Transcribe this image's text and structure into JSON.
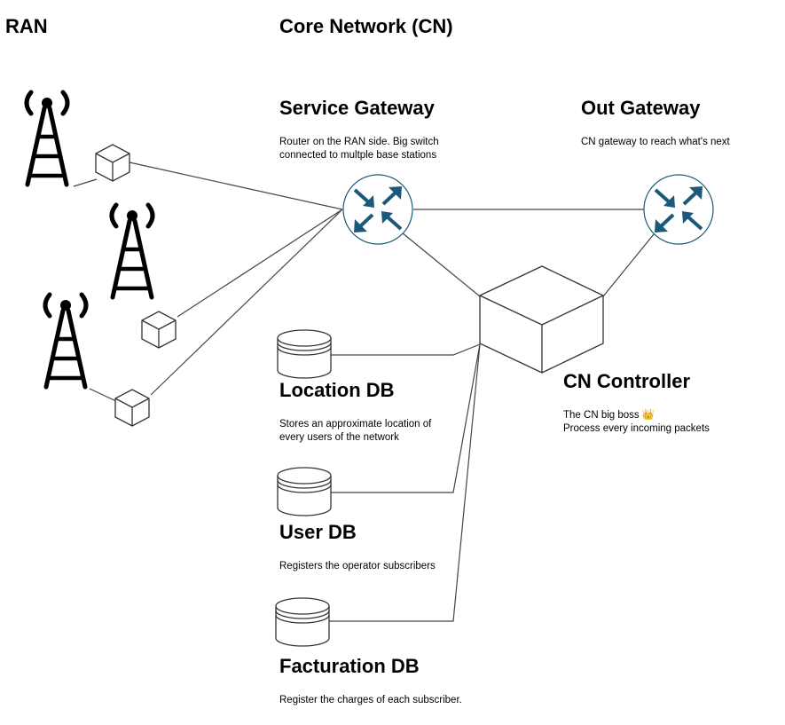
{
  "sections": {
    "ran": "RAN",
    "core": "Core Network (CN)"
  },
  "service_gateway": {
    "title": "Service Gateway",
    "desc": "Router on the RAN side. Big switch connected to multple base stations"
  },
  "out_gateway": {
    "title": "Out Gateway",
    "desc": "CN gateway to reach what's next"
  },
  "controller": {
    "title": "CN Controller",
    "desc_line1": "The CN big boss 👑",
    "desc_line2": "Process every incoming packets"
  },
  "location_db": {
    "title": "Location DB",
    "desc": "Stores an approximate location of every users of the network"
  },
  "user_db": {
    "title": "User DB",
    "desc": "Registers the operator subscribers"
  },
  "facturation_db": {
    "title": "Facturation DB",
    "desc": "Register the charges of each subscriber."
  },
  "icons": {
    "tower": "antenna-tower-icon",
    "base_station": "cube-icon",
    "router": "router-icon",
    "controller": "cube-icon",
    "database": "database-icon"
  },
  "colors": {
    "router_arrows": "#1a5a78",
    "lines": "#444444"
  }
}
